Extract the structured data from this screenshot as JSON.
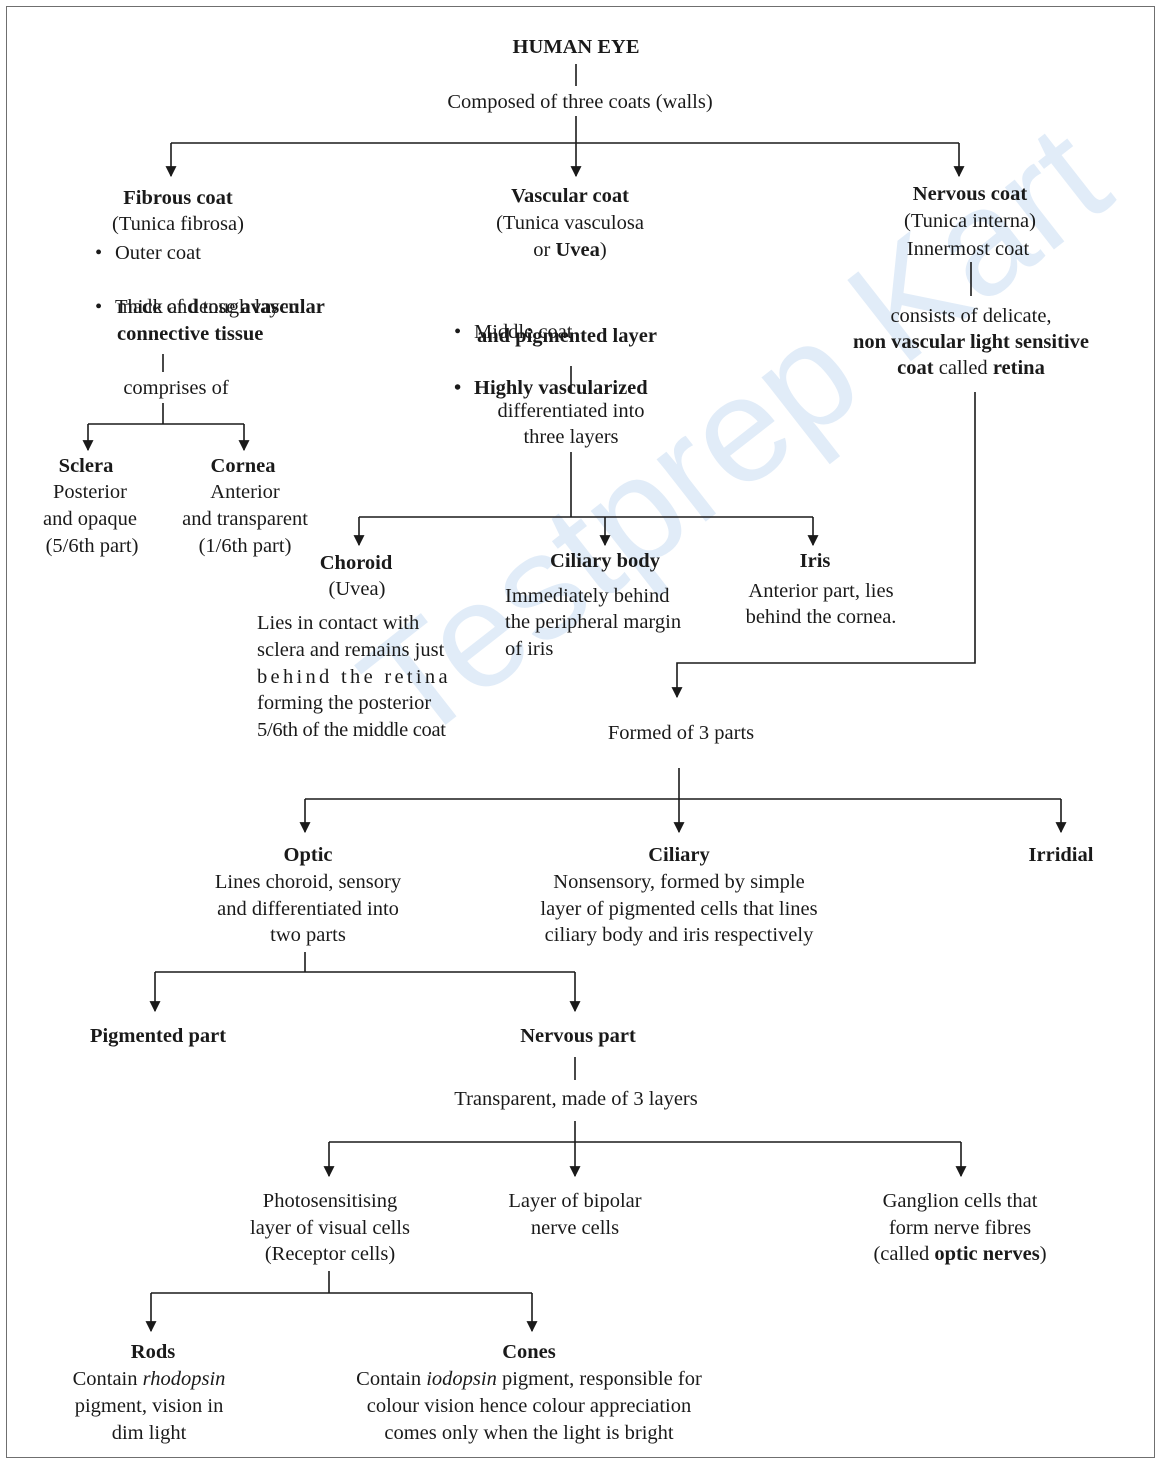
{
  "title": "HUMAN EYE",
  "root_note": "Composed of three coats (walls)",
  "fibrous": {
    "title": "Fibrous coat",
    "latin": "(Tunica fibrosa)",
    "bullet1": "Outer coat",
    "bullet2_line1": "Thick and tough layer",
    "bullet2_line2_pre": "made of dense ",
    "bullet2_line2_bold": "avascular",
    "bullet2_line3": "connective tissue",
    "link": "comprises of",
    "sclera": {
      "title": "Sclera",
      "l1": "Posterior",
      "l2": "and opaque",
      "l3": "(5/6th part)"
    },
    "cornea": {
      "title": "Cornea",
      "l1": "Anterior",
      "l2": "and transparent",
      "l3": "(1/6th part)"
    }
  },
  "vascular": {
    "title": "Vascular coat",
    "latin1": "(Tunica vasculosa",
    "latin2_pre": "or ",
    "latin2_bold": "Uvea",
    "latin2_post": ")",
    "bullet1": "Middle coat",
    "bullet2_line1": "Highly  vascularized",
    "bullet2_line2": "and pigmented layer",
    "link1": "differentiated into",
    "link2": "three layers",
    "choroid": {
      "title": "Choroid",
      "sub": "(Uvea)",
      "l1": "Lies  in  contact  with",
      "l2": "sclera and remains just",
      "l3": "behind  the  retina",
      "l4": "forming  the  posterior",
      "l5": "5/6th of the middle coat"
    },
    "ciliary_body": {
      "title": "Ciliary body",
      "l1": "Immediately   behind",
      "l2": "the peripheral margin",
      "l3": "of iris"
    },
    "iris": {
      "title": "Iris",
      "l1": "Anterior part, lies",
      "l2": "behind the cornea."
    }
  },
  "nervous": {
    "title": "Nervous coat",
    "latin": "(Tunica interna)",
    "sub": "Innermost coat",
    "desc1": "consists of delicate,",
    "desc2": "non vascular light sensitive",
    "desc3_bold1": "coat",
    "desc3_mid": " called ",
    "desc3_bold2": "retina"
  },
  "retina": {
    "formed": "Formed of 3 parts",
    "optic": {
      "title": "Optic",
      "l1": "Lines choroid, sensory",
      "l2": "and differentiated into",
      "l3": "two parts"
    },
    "ciliary": {
      "title": "Ciliary",
      "l1": "Nonsensory, formed by simple",
      "l2": "layer of pigmented cells that lines",
      "l3": "ciliary body and iris respectively"
    },
    "irridial": {
      "title": "Irridial"
    },
    "pigmented": "Pigmented part",
    "nervous_part": "Nervous part",
    "nervous_desc": "Transparent, made of 3 layers",
    "photo": {
      "l1": "Photosensitising",
      "l2": "layer of visual cells",
      "l3": "(Receptor cells)"
    },
    "bipolar": {
      "l1": "Layer of bipolar",
      "l2": "nerve cells"
    },
    "ganglion": {
      "l1": "Ganglion cells that",
      "l2": "form nerve fibres",
      "l3_pre": "(called ",
      "l3_bold": "optic nerves",
      "l3_post": ")"
    },
    "rods": {
      "title": "Rods",
      "l1_pre": "Contain ",
      "l1_em": "rhodopsin",
      "l2": "pigment, vision in",
      "l3": "dim light"
    },
    "cones": {
      "title": "Cones",
      "l1_pre": "Contain ",
      "l1_em": "iodopsin",
      "l1_post": " pigment, responsible for",
      "l2": "colour vision hence colour appreciation",
      "l3": "comes only when the light is bright"
    }
  },
  "watermark": "Testprep Kart",
  "colors": {
    "line": "#1a1a1a",
    "frame": "#6f6f6f",
    "watermark": "#78aae1"
  }
}
